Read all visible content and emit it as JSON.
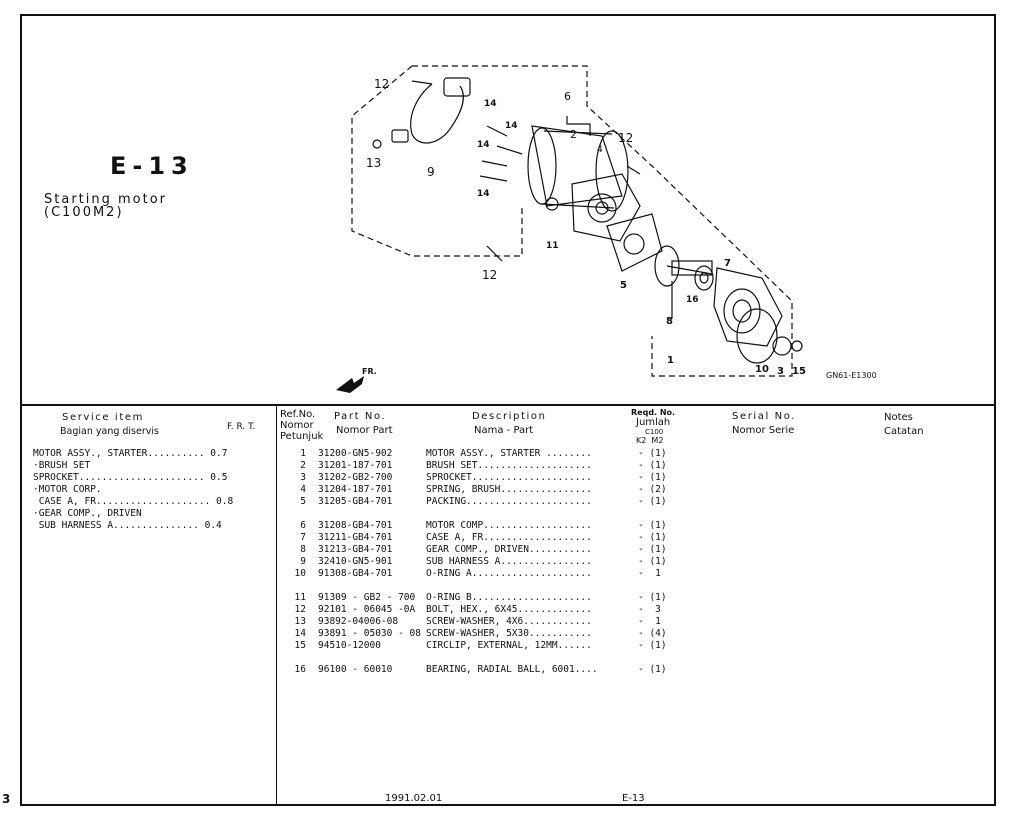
{
  "page": {
    "side_mark": "3"
  },
  "figure": {
    "title": "E-13",
    "subtitle_line1": "Starting motor",
    "subtitle_line2": "(C100M2)",
    "code": "GN61-E1300",
    "direction": "FR.",
    "callouts": {
      "n12a": "12",
      "n14a": "14",
      "n14b": "14",
      "n14c": "14",
      "n14d": "14",
      "n6": "6",
      "n2": "2",
      "n4": "4",
      "n12b": "12",
      "n13": "13",
      "n9": "9",
      "n11": "11",
      "n12c": "12",
      "n7": "7",
      "n5": "5",
      "n16": "16",
      "n8": "8",
      "n1": "1",
      "n10": "10",
      "n3": "3",
      "n15": "15"
    }
  },
  "table": {
    "headers": {
      "service_1": "Service item",
      "service_2": "Bagian yang diservis",
      "frt": "F. R. T.",
      "ref_1": "Ref.No.",
      "ref_2": "Nomor",
      "ref_3": "Petunjuk",
      "part_1": "Part No.",
      "part_2": "Nomor Part",
      "desc_1": "Description",
      "desc_2": "Nama - Part",
      "qty_1": "Reqd. No.",
      "qty_2": "Jumlah",
      "qty_3": "C100",
      "qty_4": "K2  M2",
      "serial_1": "Serial No.",
      "serial_2": "Nomor Serie",
      "notes_1": "Notes",
      "notes_2": "Catatan"
    },
    "service_items": [
      "MOTOR ASSY., STARTER.......... 0.7",
      "·BRUSH SET",
      "SPROCKET...................... 0.5",
      "·MOTOR CORP.",
      " CASE A, FR.................... 0.8",
      "·GEAR COMP., DRIVEN",
      " SUB HARNESS A............... 0.4"
    ],
    "parts": [
      {
        "ref": "1",
        "part": "31200-GN5-902",
        "desc": "MOTOR ASSY., STARTER ........",
        "qty": "- (1)"
      },
      {
        "ref": "2",
        "part": "31201-187-701",
        "desc": "BRUSH SET....................",
        "qty": "- (1)"
      },
      {
        "ref": "3",
        "part": "31202-GB2-700",
        "desc": "SPROCKET.....................",
        "qty": "- (1)"
      },
      {
        "ref": "4",
        "part": "31204-187-701",
        "desc": "SPRING, BRUSH................",
        "qty": "- (2)"
      },
      {
        "ref": "5",
        "part": "31205-GB4-701",
        "desc": "PACKING......................",
        "qty": "- (1)"
      },
      {
        "ref": "6",
        "part": "31208-GB4-701",
        "desc": "MOTOR COMP...................",
        "qty": "- (1)"
      },
      {
        "ref": "7",
        "part": "31211-GB4-701",
        "desc": "CASE A, FR...................",
        "qty": "- (1)"
      },
      {
        "ref": "8",
        "part": "31213-GB4-701",
        "desc": "GEAR COMP., DRIVEN...........",
        "qty": "- (1)"
      },
      {
        "ref": "9",
        "part": "32410-GN5-901",
        "desc": "SUB HARNESS A................",
        "qty": "- (1)"
      },
      {
        "ref": "10",
        "part": "91308-GB4-701",
        "desc": "O-RING A.....................",
        "qty": "-  1"
      },
      {
        "ref": "11",
        "part": "91309 - GB2 - 700",
        "desc": "O-RING B.....................",
        "qty": "- (1)"
      },
      {
        "ref": "12",
        "part": "92101 - 06045 -0A",
        "desc": "BOLT, HEX., 6X45.............",
        "qty": "-  3"
      },
      {
        "ref": "13",
        "part": "93892-04006-08",
        "desc": "SCREW-WASHER, 4X6............",
        "qty": "-  1"
      },
      {
        "ref": "14",
        "part": "93891 - 05030 - 08",
        "desc": "SCREW-WASHER, 5X30...........",
        "qty": "- (4)"
      },
      {
        "ref": "15",
        "part": "94510-12000",
        "desc": "CIRCLIP, EXTERNAL, 12MM......",
        "qty": "- (1)"
      },
      {
        "ref": "16",
        "part": "96100 - 60010",
        "desc": "BEARING, RADIAL BALL, 6001....",
        "qty": "- (1)"
      }
    ]
  },
  "footer": {
    "date": "1991.02.01",
    "page_code": "E-13"
  }
}
